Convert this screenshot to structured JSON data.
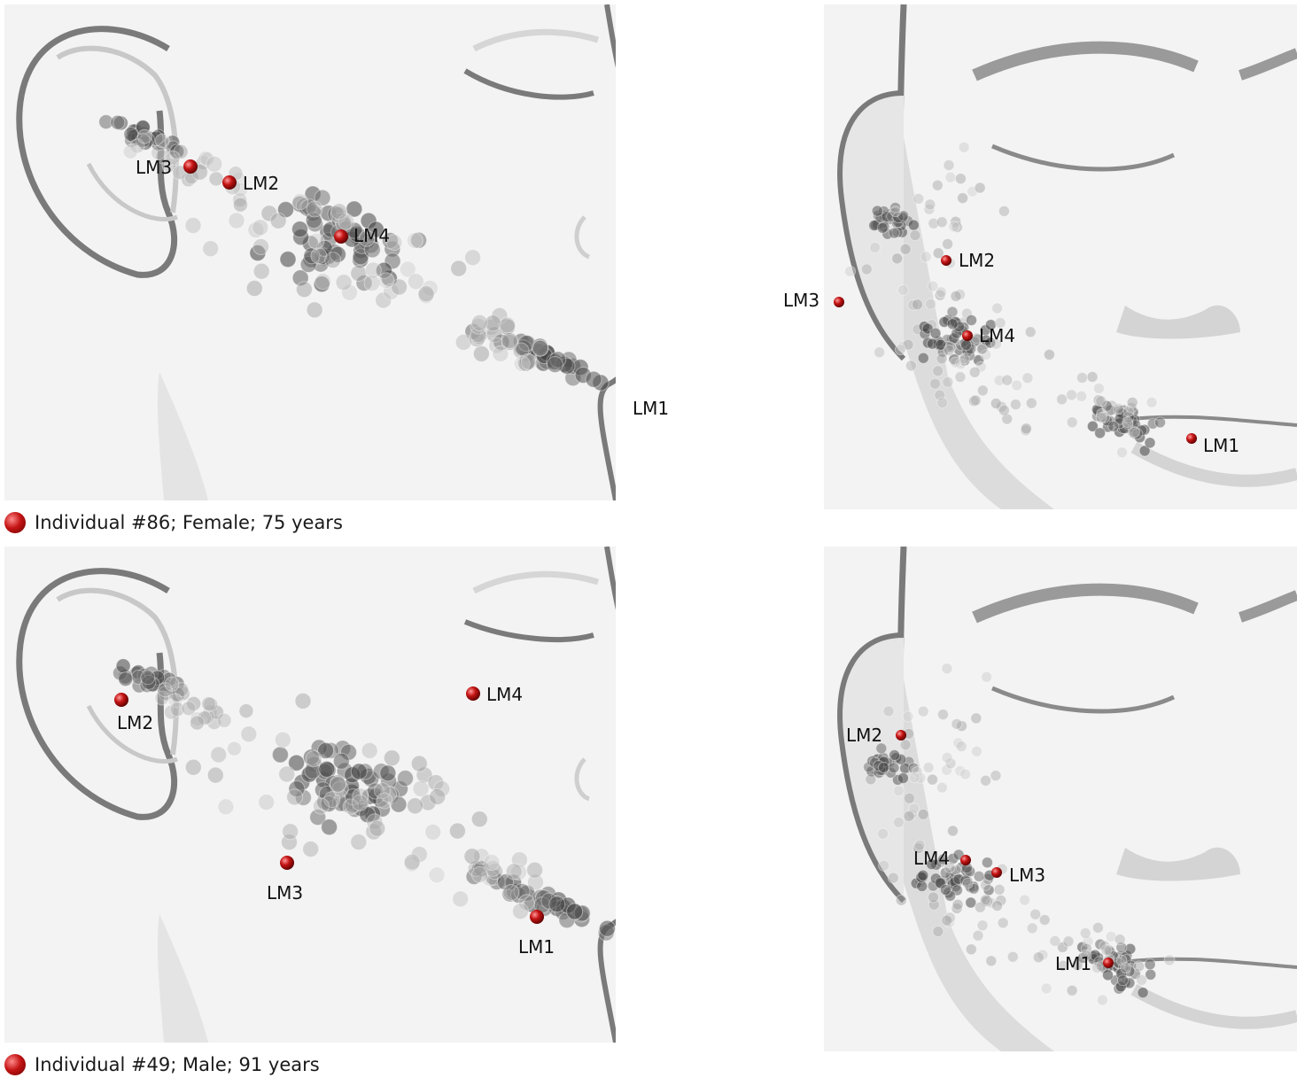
{
  "individual_1": {
    "caption": "Individual #86; Female; 75 years",
    "profile_labels": [
      "LM1",
      "LM2",
      "LM3",
      "LM4"
    ],
    "oblique_labels": [
      "LM1",
      "LM2",
      "LM3",
      "LM4"
    ]
  },
  "individual_2": {
    "caption": "Individual #49; Male; 91 years",
    "profile_labels": [
      "LM1",
      "LM2",
      "LM3",
      "LM4"
    ],
    "oblique_labels": [
      "LM1",
      "LM2",
      "LM3",
      "LM4"
    ]
  },
  "colors": {
    "face_fill": "#f3f3f3",
    "outline": "#7a7a7a",
    "highlight_landmark": "#c41414",
    "population_sphere": "#8a8a8a"
  }
}
